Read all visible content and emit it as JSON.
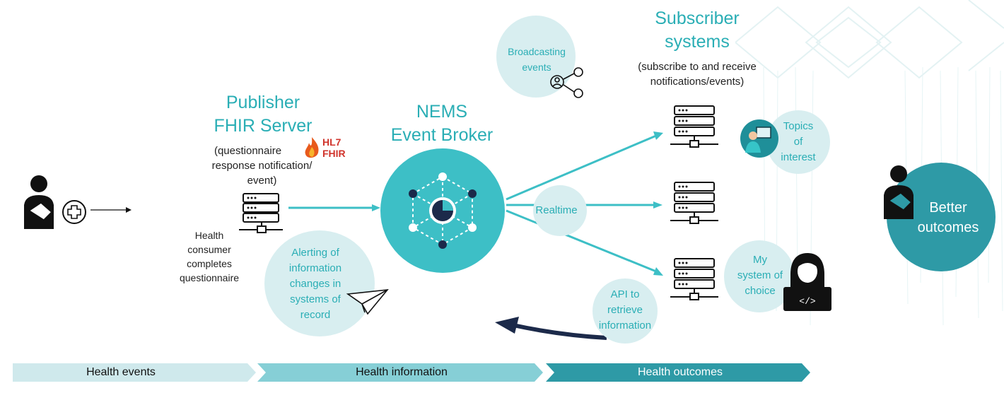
{
  "publisher": {
    "title_line1": "Publisher",
    "title_line2": "FHIR Server",
    "desc_line1": "(questionnaire",
    "desc_line2": "response notification/",
    "desc_line3": "event)",
    "hl7_logo_line1": "HL7",
    "hl7_logo_line2": "FHIR"
  },
  "consumer": {
    "caption_line1": "Health",
    "caption_line2": "consumer",
    "caption_line3": "completes",
    "caption_line4": "questionnaire"
  },
  "broker": {
    "title_line1": "NEMS",
    "title_line2": "Event Broker"
  },
  "subscribers": {
    "title_line1": "Subscriber",
    "title_line2": "systems",
    "desc_line1": "(subscribe to and receive",
    "desc_line2": "notifications/events)"
  },
  "bubbles": {
    "broadcasting": [
      "Broadcasting",
      "events"
    ],
    "alerting": [
      "Alerting of",
      "information",
      "changes in",
      "systems of",
      "record"
    ],
    "realtime": "Realtime",
    "topics": [
      "Topics",
      "of",
      "interest"
    ],
    "system_choice": [
      "My",
      "system of",
      "choice"
    ],
    "api": [
      "API to",
      "retrieve",
      "information"
    ]
  },
  "outcome": {
    "line1": "Better",
    "line2": "outcomes"
  },
  "bands": {
    "events": "Health events",
    "information": "Health information",
    "outcomes": "Health outcomes"
  },
  "colors": {
    "teal": "#2aaeb5",
    "broker_circle": "#3dbfc6",
    "navy": "#1c2a4a",
    "outcome_circle": "#2e9aa6",
    "bubble": "#d8eef0",
    "band_light": "#cfe9ec",
    "band_mid": "#86cfd6",
    "band_dark": "#2e9aa6"
  },
  "icons": [
    "person-sling-icon",
    "medical-cross-icon",
    "server-icon",
    "hl7-fhir-logo",
    "hub-network-icon",
    "share-icon",
    "paper-plane-icon",
    "presenter-avatar-icon",
    "developer-icon"
  ]
}
